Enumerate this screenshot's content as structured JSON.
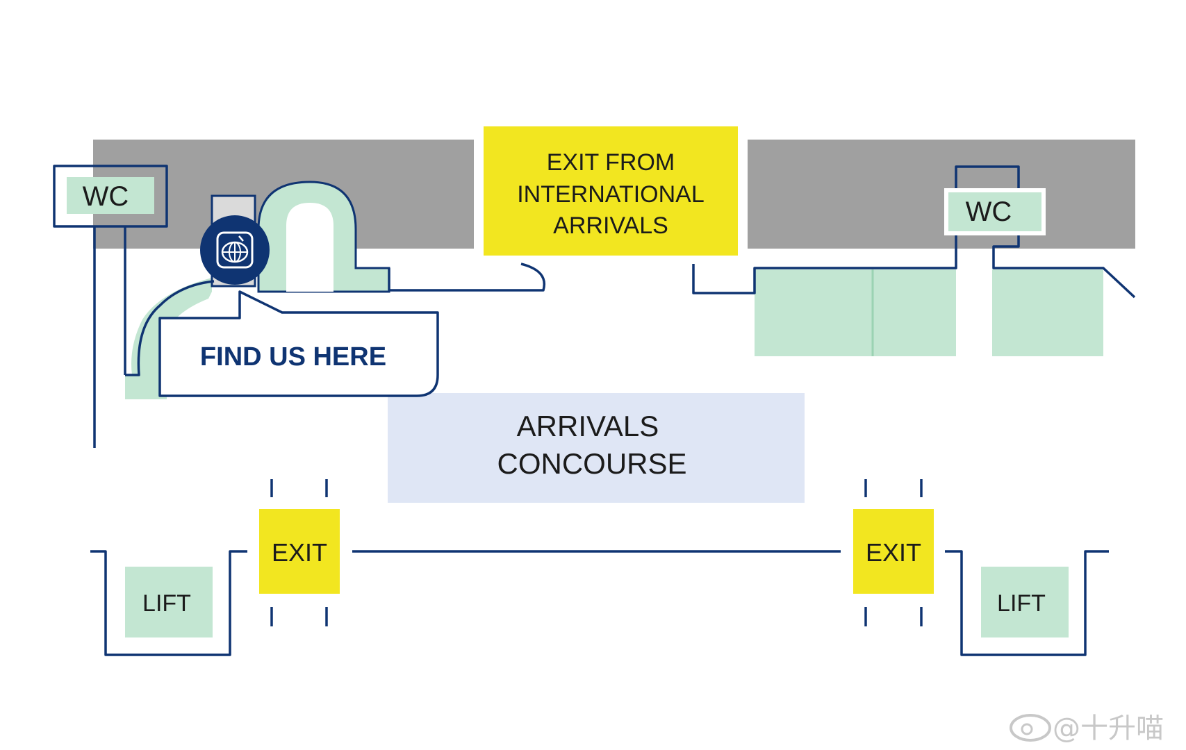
{
  "labels": {
    "wc_left": "WC",
    "wc_right": "WC",
    "exit_international": [
      "EXIT FROM",
      "INTERNATIONAL",
      "ARRIVALS"
    ],
    "find_us": "FIND US HERE",
    "concourse": [
      "ARRIVALS",
      "CONCOURSE"
    ],
    "exit_left": "EXIT",
    "exit_right": "EXIT",
    "lift_left": "LIFT",
    "lift_right": "LIFT"
  },
  "icons": {
    "store_marker": "globe-icon"
  },
  "watermark": "@十升喵",
  "colors": {
    "wall": "#0f3472",
    "gray_block": "#a0a0a0",
    "green_area": "#c3e6d2",
    "yellow": "#f2e620",
    "concourse": "#dfe6f5"
  }
}
